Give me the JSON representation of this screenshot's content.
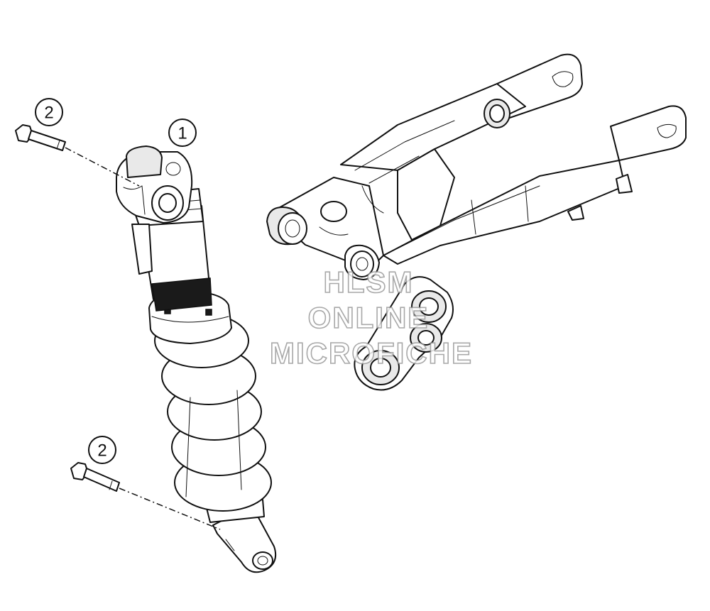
{
  "callouts": [
    {
      "label": "1"
    },
    {
      "label": "2"
    },
    {
      "label": "2"
    }
  ],
  "watermark": {
    "line1": "HLSM",
    "line2": "ONLINE",
    "line3": "MICROFICHE"
  },
  "colors": {
    "line": "#111111",
    "fill": "#ffffff",
    "watermark_stroke": "#9a9a9a"
  }
}
